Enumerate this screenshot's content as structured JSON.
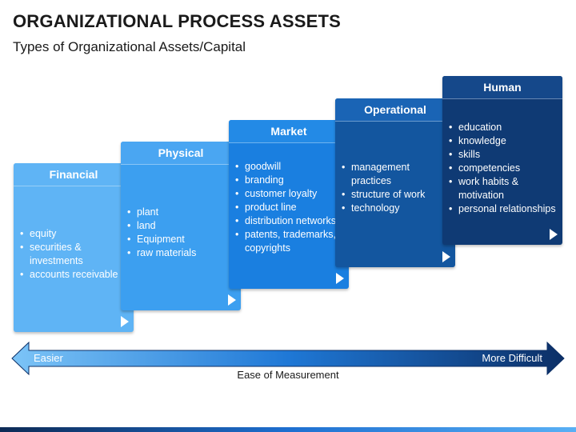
{
  "header": {
    "title": "ORGANIZATIONAL PROCESS ASSETS",
    "subtitle": "Types of Organizational Assets/Capital"
  },
  "cards": [
    {
      "label": "Financial",
      "items": [
        "equity",
        "securities & investments",
        "accounts receivable"
      ]
    },
    {
      "label": "Physical",
      "items": [
        "plant",
        "land",
        "Equipment",
        "raw materials"
      ]
    },
    {
      "label": "Market",
      "items": [
        "goodwill",
        "branding",
        "customer loyalty",
        "product line",
        "distribution networks",
        "patents, trademarks, copyrights"
      ]
    },
    {
      "label": "Operational",
      "items": [
        "management practices",
        "structure of work",
        "technology"
      ]
    },
    {
      "label": "Human",
      "items": [
        "education",
        "knowledge",
        "skills",
        "competencies",
        "work habits & motivation",
        "personal relationships"
      ]
    }
  ],
  "scale": {
    "left_label": "Easier",
    "right_label": "More Difficult",
    "caption": "Ease of Measurement"
  },
  "colors": {
    "financial": "#5fb4f5",
    "physical": "#3c9ff0",
    "market": "#1a7fe0",
    "operational": "#13569f",
    "human": "#0f3a74"
  }
}
